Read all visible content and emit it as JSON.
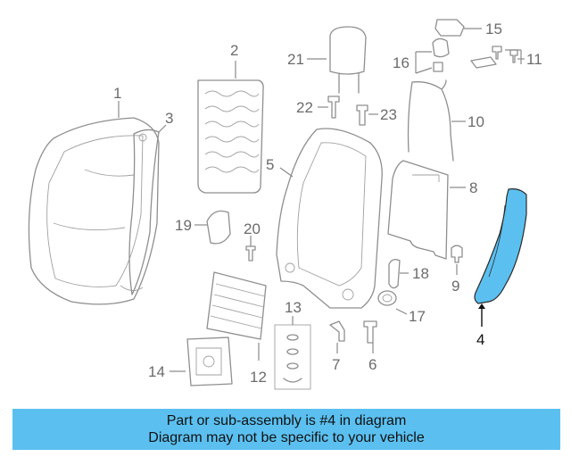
{
  "diagram": {
    "callouts": {
      "c1": "1",
      "c2": "2",
      "c3": "3",
      "c4": "4",
      "c5": "5",
      "c6": "6",
      "c7": "7",
      "c8": "8",
      "c9": "9",
      "c10": "10",
      "c11": "11",
      "c12": "12",
      "c13": "13",
      "c14": "14",
      "c15": "15",
      "c16": "16",
      "c17": "17",
      "c18": "18",
      "c19": "19",
      "c20": "20",
      "c21": "21",
      "c22": "22",
      "c23": "23"
    },
    "highlight_color": "#5bc0f0"
  },
  "banner": {
    "line1": "Part or sub-assembly is #4 in diagram",
    "line2": "Diagram may not be specific to your vehicle",
    "background": "#5bc0f0"
  }
}
